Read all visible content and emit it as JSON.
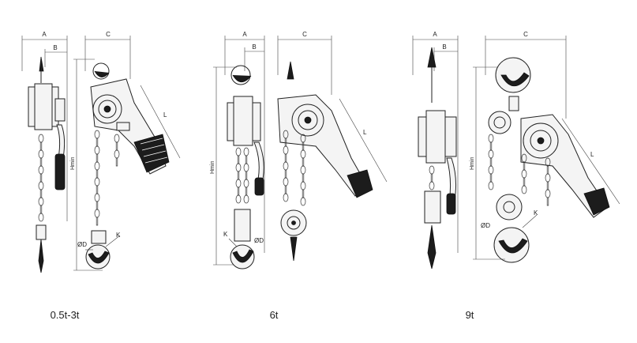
{
  "dimension_labels": {
    "a": "A",
    "b": "B",
    "c": "C",
    "d": "ØD",
    "k": "K",
    "l": "L",
    "hmin": "Hmin"
  },
  "models": [
    {
      "caption": "0.5t-3t"
    },
    {
      "caption": "6t"
    },
    {
      "caption": "9t"
    }
  ]
}
